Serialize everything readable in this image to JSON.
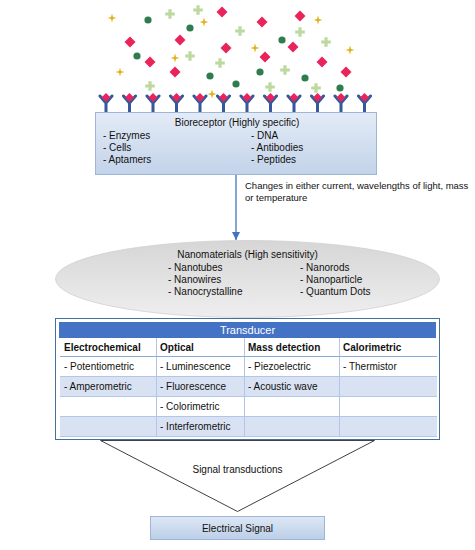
{
  "diagram": {
    "nodes": [
      {
        "text": [
          "Bioreceptor (Highly specific)",
          "- Enzymes",
          "- DNA",
          "- Cells",
          "- Antibodies",
          "- Aptamers",
          "- Peptides"
        ]
      },
      {
        "text": [
          "Nanomaterials (High sensitivity)",
          "- Nanotubes",
          "- Nanorods",
          "- Nanowires",
          "- Nanoparticle",
          "- Nanocrystalline",
          "- Quantum Dots"
        ]
      },
      {
        "text": [
          "Transducer",
          "Electrochemical",
          "Optical",
          "Mass detection",
          "Calorimetric",
          "- Potentiometric",
          "- Luminescence",
          "- Piezoelectric",
          "- Thermistor",
          "- Amperometric",
          "- Fluorescence",
          "- Acoustic wave",
          "- Colorimetric",
          "- Interferometric"
        ]
      },
      {
        "text": [
          "Signal transductions"
        ]
      },
      {
        "text": [
          "Electrical Signal"
        ]
      }
    ],
    "edges": [
      {
        "from": 0,
        "to": 1,
        "arrow": "to",
        "label": "Changes in either current, wavelengths of light, mass or temperature"
      }
    ]
  }
}
